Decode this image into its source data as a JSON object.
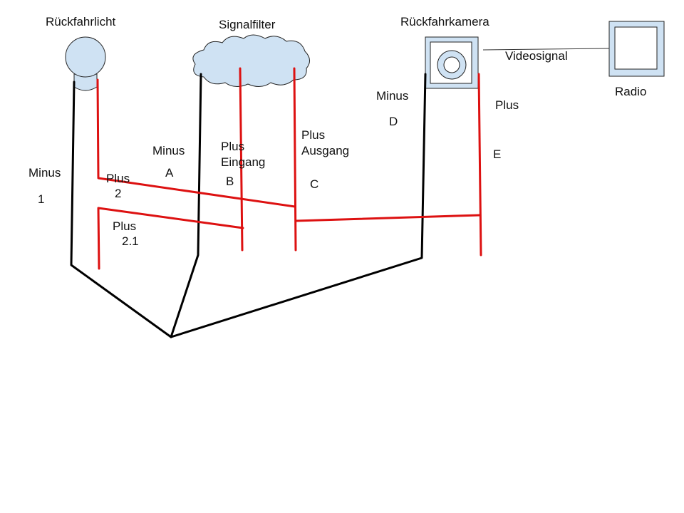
{
  "components": {
    "light": "Rückfahrlicht",
    "filter": "Signalfilter",
    "camera": "Rückfahrkamera",
    "radio": "Radio"
  },
  "wires": {
    "video": "Videosignal",
    "minus_1": "Minus",
    "id_1": "1",
    "plus_2": "Plus",
    "id_2": "2",
    "plus_21": "Plus",
    "id_21": "2.1",
    "minus_a": "Minus",
    "id_a": "A",
    "plus_b": "Plus",
    "plus_b_sub": "Eingang",
    "id_b": "B",
    "plus_c": "Plus",
    "plus_c_sub": "Ausgang",
    "id_c": "C",
    "minus_d": "Minus",
    "id_d": "D",
    "plus_e": "Plus",
    "id_e": "E"
  },
  "colors": {
    "minus_wire": "#000000",
    "plus_wire": "#dd1111",
    "shape_fill": "#cfe2f3",
    "shape_stroke": "#222222"
  }
}
